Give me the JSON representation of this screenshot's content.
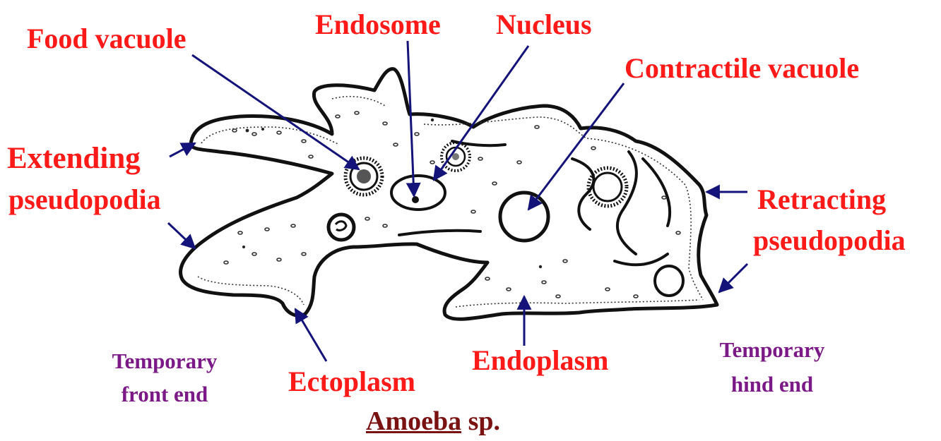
{
  "labels": {
    "food_vacuole": "Food vacuole",
    "endosome": "Endosome",
    "nucleus": "Nucleus",
    "contractile_vacuole": "Contractile vacuole",
    "extending_1": "Extending",
    "extending_2": "pseudopodia",
    "retracting_1": "Retracting",
    "retracting_2": "pseudopodia",
    "ectoplasm": "Ectoplasm",
    "endoplasm": "Endoplasm",
    "front_1": "Temporary",
    "front_2": "front end",
    "hind_1": "Temporary",
    "hind_2": "hind end"
  },
  "caption": {
    "genus": "Amoeba",
    "species": " sp."
  },
  "colors": {
    "label_red": "#ff1a1a",
    "label_purple": "#7b1a86",
    "arrow_navy": "#13137a",
    "caption": "#7a1212",
    "outline": "#111111"
  }
}
